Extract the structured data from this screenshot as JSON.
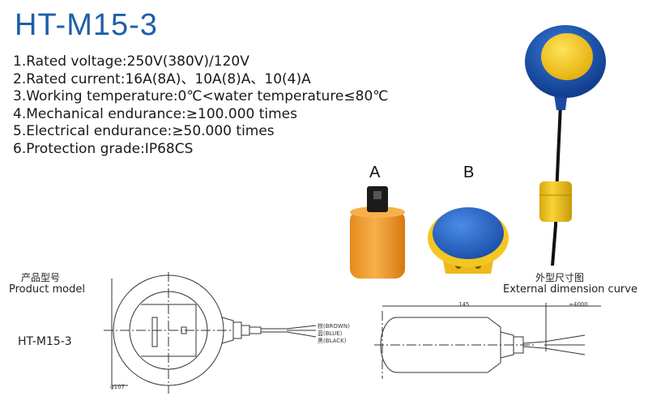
{
  "title": "HT-M15-3",
  "specs": [
    "1.Rated voltage:250V(380V)/120V",
    "2.Rated current:16A(8A)、10A(8)A、10(4)A",
    "3.Working temperature:0℃<water temperature≤80℃",
    "4.Mechanical endurance:≥100.000 times",
    "5.Electrical endurance:≥50.000 times",
    "6.Protection grade:IP68CS"
  ],
  "variants": {
    "a_label": "A",
    "b_label": "B"
  },
  "product_model": {
    "label_cn": "产品型号",
    "label_en": "Product model",
    "model": "HT-M15-3"
  },
  "external_dimension": {
    "label_cn": "外型尺寸图",
    "label_en": "External dimension curve"
  },
  "drawing": {
    "wire_brown": "棕(BROWN)",
    "wire_blue": "蓝(BLUE)",
    "wire_black": "黑(BLACK)",
    "diameter": "φ107",
    "length": "145",
    "cable_length": "≈4000"
  },
  "colors": {
    "title": "#1e5fa8",
    "float_blue": "#1f56b8",
    "float_yellow": "#f4cc1e",
    "float_orange": "#f2a23a"
  }
}
